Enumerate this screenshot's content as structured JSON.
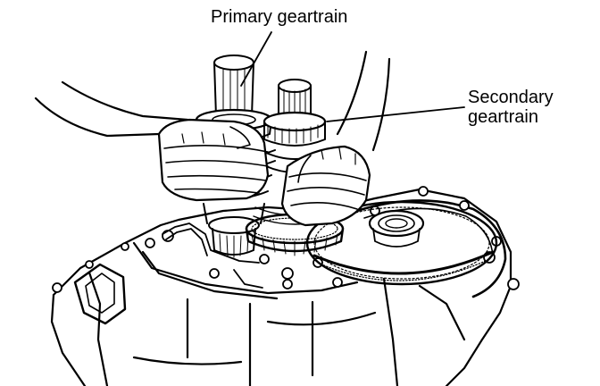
{
  "labels": {
    "primary": "Primary geartrain",
    "secondary_line1": "Secondary",
    "secondary_line2": "geartrain"
  },
  "colors": {
    "ink": "#000000",
    "paper": "#ffffff"
  }
}
